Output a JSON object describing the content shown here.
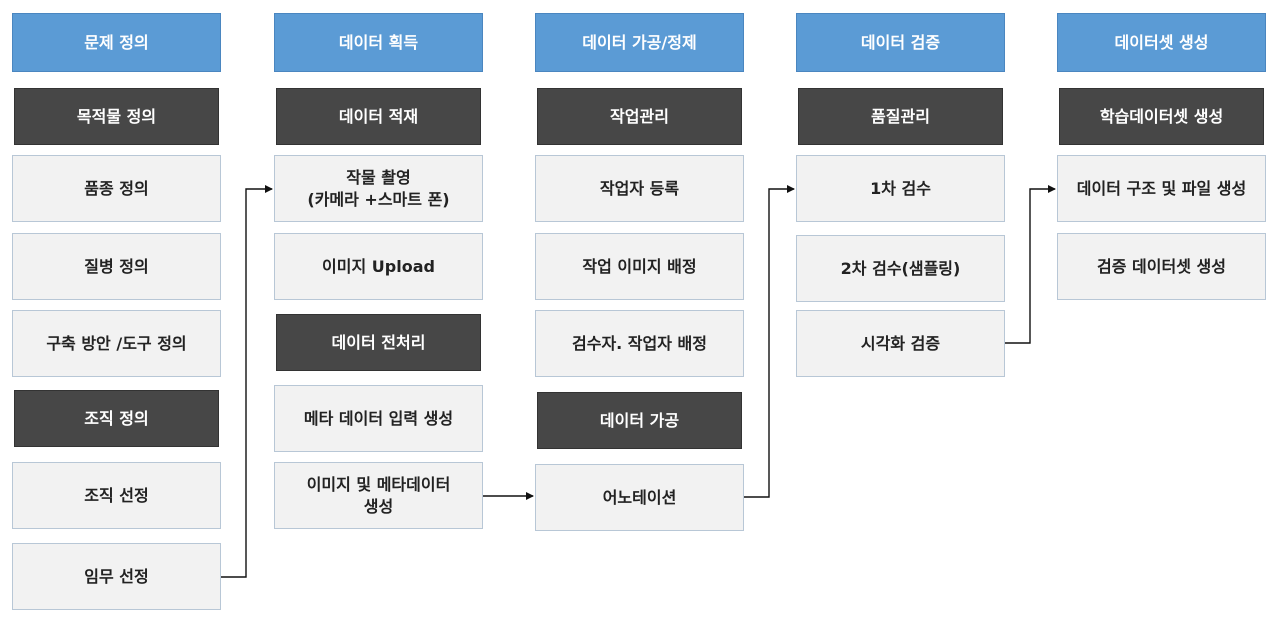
{
  "columns": [
    {
      "header": "문제 정의",
      "sections": [
        {
          "title": "목적물 정의",
          "items": [
            "품종 정의",
            "질병 정의",
            "구축 방안 /도구 정의"
          ]
        },
        {
          "title": "조직 정의",
          "items": [
            "조직 선정",
            "임무 선정"
          ]
        }
      ]
    },
    {
      "header": "데이터 획득",
      "sections": [
        {
          "title": "데이터 적재",
          "items": [
            "작물 촬영\n(카메라 +스마트 폰)",
            "이미지 Upload"
          ]
        },
        {
          "title": "데이터 전처리",
          "items": [
            "메타 데이터 입력 생성",
            "이미지 및 메타데이터\n생성"
          ]
        }
      ]
    },
    {
      "header": "데이터 가공/정제",
      "sections": [
        {
          "title": "작업관리",
          "items": [
            "작업자 등록",
            "작업 이미지 배정",
            "검수자. 작업자 배정"
          ]
        },
        {
          "title": "데이터 가공",
          "items": [
            "어노테이션"
          ]
        }
      ]
    },
    {
      "header": "데이터 검증",
      "sections": [
        {
          "title": "품질관리",
          "items": [
            "1차 검수",
            "2차 검수(샘플링)",
            "시각화 검증"
          ]
        }
      ]
    },
    {
      "header": "데이터셋 생성",
      "sections": [
        {
          "title": "학습데이터셋 생성",
          "items": [
            "데이터 구조 및 파일 생성",
            "검증 데이터셋 생성"
          ]
        }
      ]
    }
  ],
  "colors": {
    "header_fill": "#5b9bd5",
    "section_fill": "#474747",
    "item_fill": "#f2f2f2",
    "item_border": "#b8c7d6",
    "connector": "#111111"
  }
}
